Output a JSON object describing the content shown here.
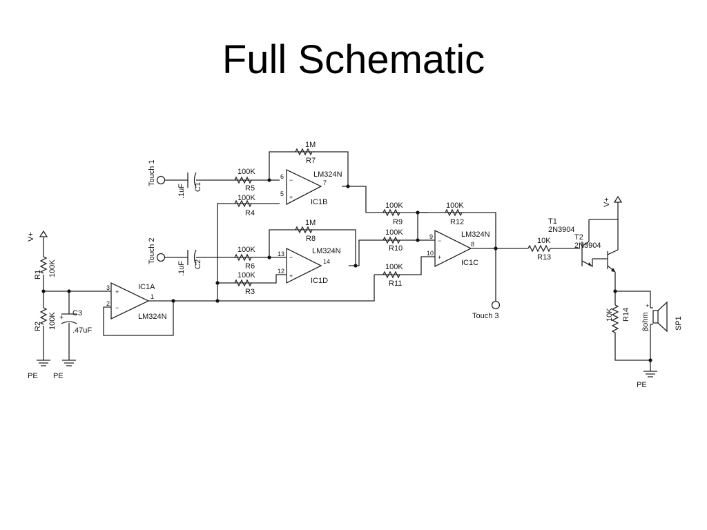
{
  "slide": {
    "title": "Full Schematic"
  },
  "schematic": {
    "touch_pads": [
      "Touch 1",
      "Touch 2",
      "Touch 3"
    ],
    "capacitors": [
      {
        "ref": "C1",
        "value": ".1uF"
      },
      {
        "ref": "C2",
        "value": ".1uF"
      },
      {
        "ref": "C3",
        "value": ".47uF",
        "polarity": "+"
      }
    ],
    "resistors": [
      {
        "ref": "R1",
        "value": "100K"
      },
      {
        "ref": "R2",
        "value": "100K"
      },
      {
        "ref": "R3",
        "value": "100K"
      },
      {
        "ref": "R4",
        "value": "100K"
      },
      {
        "ref": "R5",
        "value": "100K"
      },
      {
        "ref": "R6",
        "value": "100K"
      },
      {
        "ref": "R7",
        "value": "1M"
      },
      {
        "ref": "R8",
        "value": "1M"
      },
      {
        "ref": "R9",
        "value": "100K"
      },
      {
        "ref": "R10",
        "value": "100K"
      },
      {
        "ref": "R11",
        "value": "100K"
      },
      {
        "ref": "R12",
        "value": "100K"
      },
      {
        "ref": "R13",
        "value": "10K"
      },
      {
        "ref": "R14",
        "value": "10K"
      }
    ],
    "op_amps": [
      {
        "ref": "IC1A",
        "part": "LM324N",
        "pins": {
          "in_plus": "3",
          "in_minus": "2",
          "out": "1"
        }
      },
      {
        "ref": "IC1B",
        "part": "LM324N",
        "pins": {
          "in_minus": "6",
          "in_plus": "5",
          "out": "7"
        }
      },
      {
        "ref": "IC1C",
        "part": "LM324N",
        "pins": {
          "in_minus": "9",
          "in_plus": "10",
          "out": "8"
        }
      },
      {
        "ref": "IC1D",
        "part": "LM324N",
        "pins": {
          "in_minus": "13",
          "in_plus": "12",
          "out": "14"
        }
      }
    ],
    "transistors": [
      {
        "ref": "T1",
        "part": "2N3904"
      },
      {
        "ref": "T2",
        "part": "2N3904"
      }
    ],
    "speaker": {
      "ref": "SP1",
      "value": "8ohm",
      "plus": "+",
      "minus": "-"
    },
    "power": {
      "supply": "V+",
      "ground": "PE"
    }
  }
}
